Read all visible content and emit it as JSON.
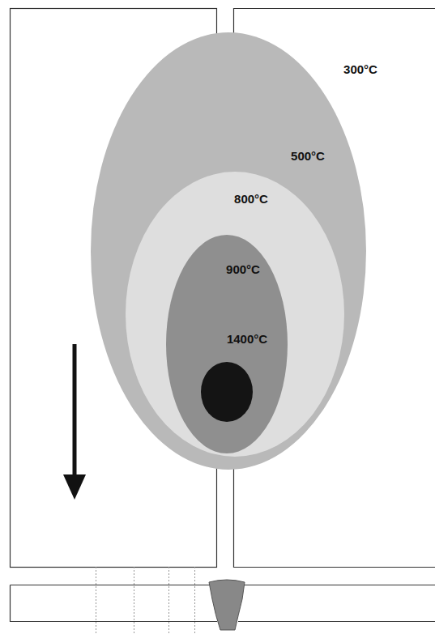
{
  "diagram": {
    "nodes": [
      {
        "text": [
          "500°C"
        ]
      },
      {
        "text": [
          "800°C"
        ],
        "in": 0
      },
      {
        "text": [
          "900°C"
        ],
        "in": 1
      },
      {
        "text": [
          "1400°C"
        ],
        "in": 2
      }
    ],
    "labels": [
      "300°C"
    ]
  }
}
